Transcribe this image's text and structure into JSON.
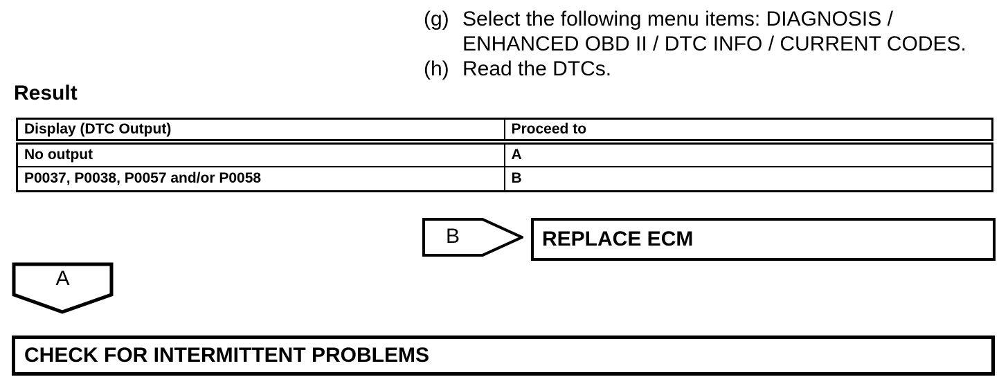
{
  "page": {
    "ink_color": "#000000",
    "paper_color": "#ffffff"
  },
  "instructions": {
    "items": [
      {
        "marker": "(g)",
        "lines": [
          "Select the following menu items: DIAGNOSIS /",
          "ENHANCED OBD II / DTC INFO / CURRENT CODES."
        ]
      },
      {
        "marker": "(h)",
        "lines": [
          "Read the DTCs."
        ]
      }
    ]
  },
  "result": {
    "heading": "Result"
  },
  "result_table": {
    "columns": [
      "Display (DTC Output)",
      "Proceed to"
    ],
    "rows": [
      {
        "display": "No output",
        "proceed_to": "A"
      },
      {
        "display": "P0037, P0038, P0057 and/or P0058",
        "proceed_to": "B"
      }
    ]
  },
  "flow": {
    "connector_b": {
      "label": "B",
      "action": "REPLACE ECM"
    },
    "connector_a": {
      "label": "A",
      "action": "CHECK FOR INTERMITTENT PROBLEMS"
    }
  }
}
